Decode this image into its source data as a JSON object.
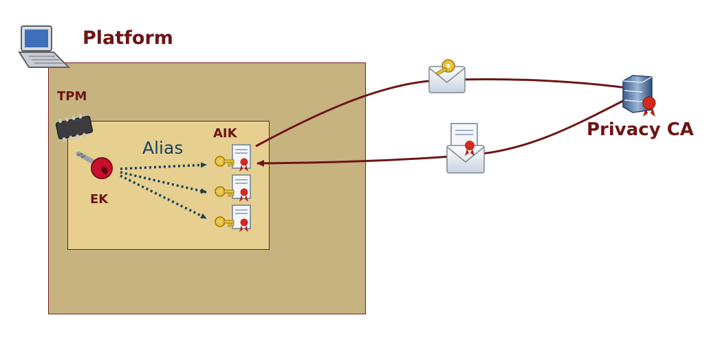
{
  "labels": {
    "platform": "Platform",
    "tpm": "TPM",
    "aik": "AIK",
    "ek": "EK",
    "alias": "Alias",
    "privacy_ca": "Privacy CA"
  },
  "icons": {
    "platform": "laptop-icon",
    "tpm": "chip-icon",
    "ek": "red-key-icon",
    "aik": "key-certificate-icon",
    "request": "envelope-with-key-icon",
    "response": "envelope-with-certificate-icon",
    "ca": "server-certificate-icon"
  },
  "colors": {
    "platform_fill": "#c6b37f",
    "tpm_fill": "#e6cf8f",
    "border": "#7a1a1a",
    "label": "#6e1414",
    "alias": "#1a4060",
    "flow_line": "#6e1414"
  }
}
